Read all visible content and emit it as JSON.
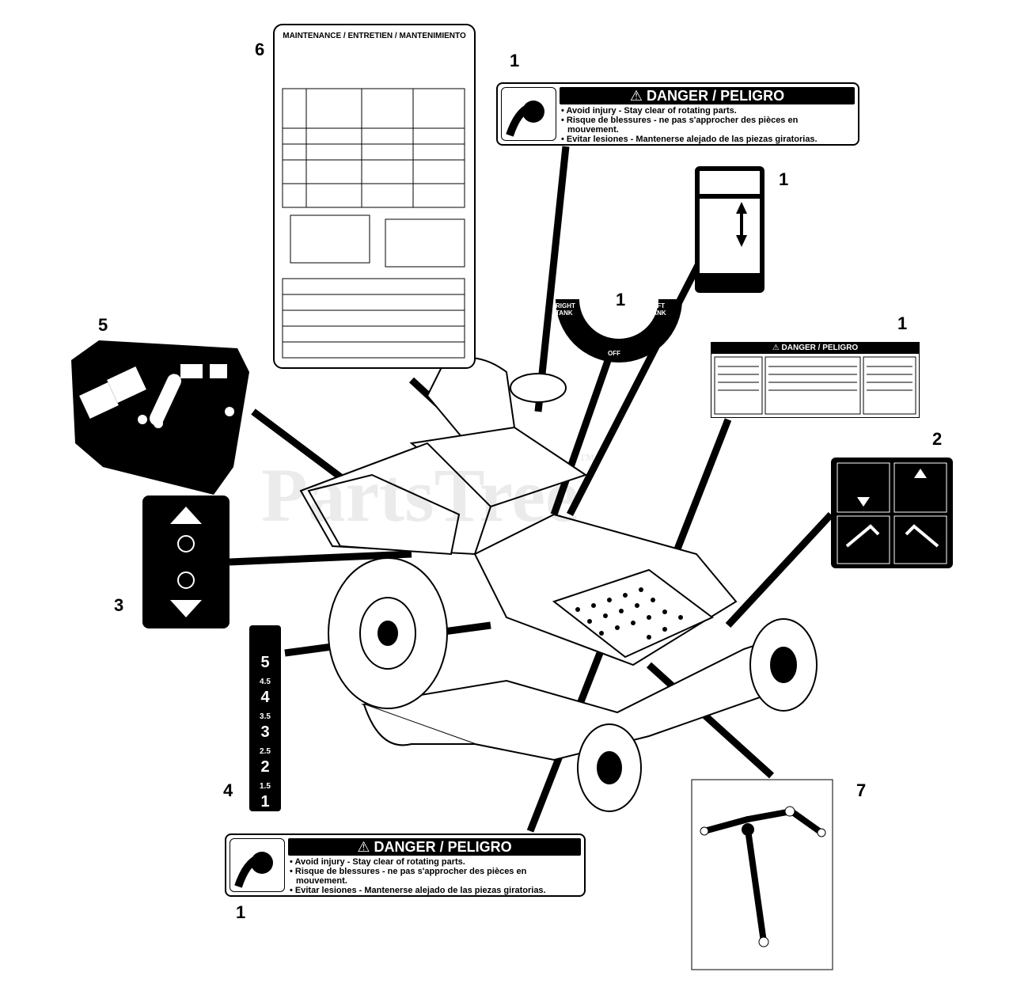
{
  "callouts": {
    "c1_top": "1",
    "c1_right_arrows": "1",
    "c1_tank": "1",
    "c1_safety": "1",
    "c2": "2",
    "c3": "3",
    "c4": "4",
    "c5": "5",
    "c6": "6",
    "c7": "7",
    "c1_bottom": "1"
  },
  "danger_label": {
    "header": "⚠ DANGER / PELIGRO",
    "line1": "Avoid injury - Stay clear of rotating parts.",
    "line2": "Risque de blessures - ne pas s'approcher des pièces en mouvement.",
    "line3": "Evitar lesiones - Mantenerse alejado de las piezas giratorias."
  },
  "safety_label": {
    "header": "⚠ DANGER / PELIGRO"
  },
  "maintenance_label": {
    "title": "MAINTENANCE / ENTRETIEN / MANTENIMIENTO"
  },
  "tank_dial": {
    "left": "LEFT TANK",
    "right": "RIGHT TANK",
    "off": "OFF"
  },
  "height_ruler": {
    "marks": [
      "5",
      "4.5",
      "4",
      "3.5",
      "3",
      "2.5",
      "2",
      "1.5",
      "1"
    ]
  },
  "watermark": "PartsTree",
  "watermark_tm": "™"
}
